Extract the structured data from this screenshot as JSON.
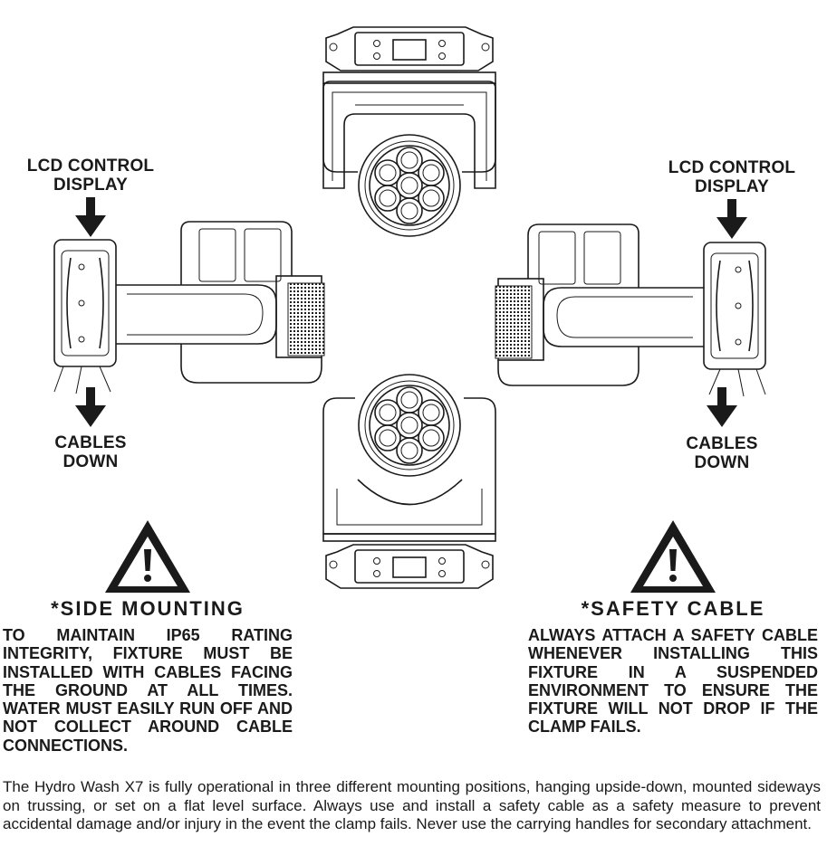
{
  "callouts": {
    "left_top": [
      "LCD CONTROL",
      "DISPLAY"
    ],
    "left_bottom": [
      "CABLES",
      "DOWN"
    ],
    "right_top": [
      "LCD CONTROL",
      "DISPLAY"
    ],
    "right_bottom": [
      "CABLES",
      "DOWN"
    ]
  },
  "warnings": {
    "side_mounting": {
      "title": "*SIDE MOUNTING",
      "body": "TO MAINTAIN IP65 RATING INTEGRITY, FIXTURE MUST BE INSTALLED WITH CABLES FACING THE GROUND AT ALL TIMES. WATER MUST EASILY RUN OFF AND NOT COLLECT AROUND CABLE CONNECTIONS."
    },
    "safety_cable": {
      "title": "*SAFETY CABLE",
      "body": "ALWAYS ATTACH A SAFETY CABLE WHENEVER INSTALLING THIS FIXTURE IN A SUSPENDED ENVIRONMENT TO ENSURE THE FIXTURE WILL NOT DROP IF THE CLAMP FAILS."
    }
  },
  "paragraph": "The Hydro Wash X7 is fully operational in three different mounting positions, hanging upside-down, mounted sideways on trussing, or set on a flat level surface. Always use and install a safety cable as a safety measure to prevent accidental damage and/or injury in the event the clamp fails. Never use the carrying handles for secondary attachment.",
  "icons": [
    "warning-triangle-icon",
    "arrow-down-icon"
  ]
}
